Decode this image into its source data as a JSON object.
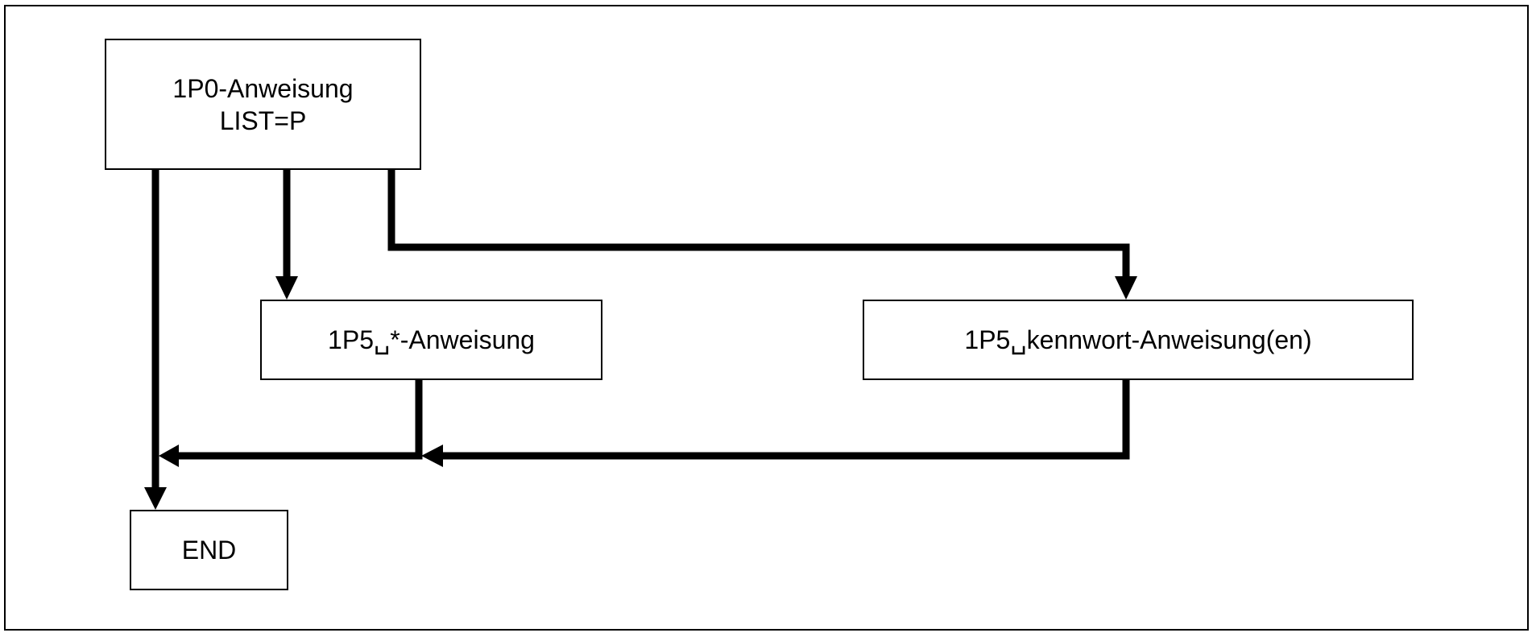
{
  "diagram": {
    "nodes": [
      {
        "id": "start",
        "lines": [
          "1P0-Anweisung",
          "LIST=P"
        ]
      },
      {
        "id": "star",
        "lines": [
          "1P5␣*-Anweisung"
        ]
      },
      {
        "id": "kennwort",
        "lines": [
          "1P5␣kennwort-Anweisung(en)"
        ]
      },
      {
        "id": "end",
        "lines": [
          "END"
        ]
      }
    ],
    "edges": [
      {
        "from": "start",
        "to": "end"
      },
      {
        "from": "start",
        "to": "star"
      },
      {
        "from": "start",
        "to": "kennwort"
      },
      {
        "from": "star",
        "to": "end"
      },
      {
        "from": "kennwort",
        "to": "end"
      }
    ]
  }
}
